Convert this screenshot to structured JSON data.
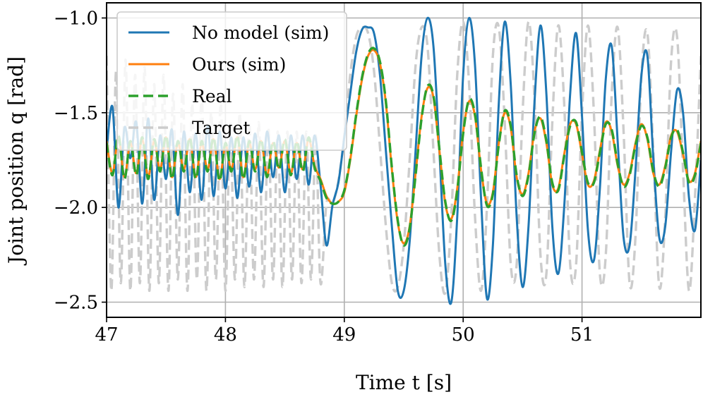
{
  "chart_data": {
    "type": "line",
    "xlabel": "Time t [s]",
    "ylabel": "Joint position q [rad]",
    "xlim": [
      47.0,
      52.0
    ],
    "ylim": [
      -2.58,
      -0.92
    ],
    "xticks": [
      47,
      48,
      49,
      50,
      51
    ],
    "xtick_labels": [
      "47",
      "48",
      "49",
      "50",
      "51"
    ],
    "yticks": [
      -1.0,
      -1.5,
      -2.0,
      -2.5
    ],
    "ytick_labels": [
      "−1.0",
      "−1.5",
      "−2.0",
      "−2.5"
    ],
    "grid": true,
    "legend_position": "top-left",
    "series": [
      {
        "name": "No model (sim)",
        "color": "#1f77b4",
        "style": "solid",
        "x": [
          47.0,
          47.05,
          47.1,
          47.15,
          47.2,
          47.25,
          47.3,
          47.35,
          47.4,
          47.45,
          47.5,
          47.55,
          47.6,
          47.65,
          47.7,
          47.75,
          47.8,
          47.85,
          47.9,
          47.95,
          48.0,
          48.05,
          48.1,
          48.15,
          48.2,
          48.25,
          48.3,
          48.35,
          48.4,
          48.45,
          48.5,
          48.55,
          48.6,
          48.65,
          48.7,
          48.75,
          48.8,
          48.85,
          48.9,
          48.95,
          49.0,
          49.05,
          49.1,
          49.15,
          49.2,
          49.25,
          49.3,
          49.35,
          49.4,
          49.45,
          49.5,
          49.55,
          49.6,
          49.65,
          49.7,
          49.75,
          49.8,
          49.85,
          49.9,
          49.95,
          50.0,
          50.05,
          50.1,
          50.15,
          50.2,
          50.25,
          50.3,
          50.35,
          50.4,
          50.45,
          50.5,
          50.55,
          50.6,
          50.65,
          50.7,
          50.75,
          50.8,
          50.85,
          50.9,
          50.95,
          51.0,
          51.05,
          51.1,
          51.15,
          51.2,
          51.25,
          51.3,
          51.35,
          51.4,
          51.45,
          51.5,
          51.55,
          51.6,
          51.65,
          51.7,
          51.75,
          51.8,
          51.85,
          51.9,
          51.95,
          52.0
        ],
        "y": [
          -1.7,
          -1.47,
          -2.0,
          -1.58,
          -1.74,
          -1.55,
          -1.98,
          -1.53,
          -1.96,
          -1.62,
          -1.85,
          -1.59,
          -2.04,
          -1.6,
          -1.92,
          -1.61,
          -1.96,
          -1.57,
          -1.94,
          -1.6,
          -1.9,
          -1.63,
          -1.95,
          -1.63,
          -1.89,
          -1.61,
          -1.92,
          -1.6,
          -1.84,
          -1.62,
          -1.92,
          -1.62,
          -1.85,
          -1.62,
          -1.88,
          -1.62,
          -1.88,
          -2.2,
          -1.99,
          -1.87,
          -1.63,
          -1.4,
          -1.18,
          -1.06,
          -1.05,
          -1.08,
          -1.3,
          -1.7,
          -2.1,
          -2.44,
          -2.44,
          -2.18,
          -1.7,
          -1.2,
          -1.0,
          -1.15,
          -1.7,
          -2.3,
          -2.5,
          -2.05,
          -1.3,
          -1.0,
          -1.25,
          -1.95,
          -2.48,
          -2.2,
          -1.45,
          -1.02,
          -1.35,
          -2.05,
          -2.42,
          -2.1,
          -1.45,
          -1.04,
          -1.4,
          -2.1,
          -2.35,
          -2.0,
          -1.4,
          -1.08,
          -1.52,
          -2.12,
          -2.28,
          -1.9,
          -1.32,
          -1.15,
          -1.65,
          -2.16,
          -2.2,
          -1.8,
          -1.3,
          -1.2,
          -1.74,
          -2.16,
          -2.1,
          -1.7,
          -1.38,
          -1.5,
          -1.95,
          -2.12,
          -1.75
        ]
      },
      {
        "name": "Ours (sim)",
        "color": "#ff7f0e",
        "style": "solid",
        "x": [
          47.0,
          47.05,
          47.1,
          47.15,
          47.2,
          47.25,
          47.3,
          47.35,
          47.4,
          47.45,
          47.5,
          47.55,
          47.6,
          47.65,
          47.7,
          47.75,
          47.8,
          47.85,
          47.9,
          47.95,
          48.0,
          48.05,
          48.1,
          48.15,
          48.2,
          48.25,
          48.3,
          48.35,
          48.4,
          48.45,
          48.5,
          48.55,
          48.6,
          48.65,
          48.7,
          48.75,
          48.8,
          48.85,
          48.9,
          48.95,
          49.0,
          49.05,
          49.1,
          49.15,
          49.2,
          49.25,
          49.3,
          49.35,
          49.4,
          49.45,
          49.5,
          49.55,
          49.6,
          49.65,
          49.7,
          49.75,
          49.8,
          49.85,
          49.9,
          49.95,
          50.0,
          50.05,
          50.1,
          50.15,
          50.2,
          50.25,
          50.3,
          50.35,
          50.4,
          50.45,
          50.5,
          50.55,
          50.6,
          50.65,
          50.7,
          50.75,
          50.8,
          50.85,
          50.9,
          50.95,
          51.0,
          51.05,
          51.1,
          51.15,
          51.2,
          51.25,
          51.3,
          51.35,
          51.4,
          51.45,
          51.5,
          51.55,
          51.6,
          51.65,
          51.7,
          51.75,
          51.8,
          51.85,
          51.9,
          51.95,
          52.0
        ],
        "y": [
          -1.65,
          -1.82,
          -1.63,
          -1.84,
          -1.66,
          -1.82,
          -1.64,
          -1.84,
          -1.65,
          -1.8,
          -1.63,
          -1.84,
          -1.66,
          -1.8,
          -1.64,
          -1.84,
          -1.66,
          -1.8,
          -1.64,
          -1.85,
          -1.67,
          -1.8,
          -1.63,
          -1.84,
          -1.66,
          -1.8,
          -1.65,
          -1.83,
          -1.66,
          -1.79,
          -1.65,
          -1.82,
          -1.66,
          -1.8,
          -1.64,
          -1.78,
          -1.85,
          -1.94,
          -1.98,
          -1.97,
          -1.92,
          -1.75,
          -1.52,
          -1.32,
          -1.2,
          -1.17,
          -1.24,
          -1.45,
          -1.8,
          -2.08,
          -2.19,
          -2.1,
          -1.82,
          -1.52,
          -1.37,
          -1.42,
          -1.7,
          -1.98,
          -2.06,
          -1.9,
          -1.6,
          -1.44,
          -1.52,
          -1.8,
          -1.98,
          -1.92,
          -1.66,
          -1.5,
          -1.58,
          -1.84,
          -1.93,
          -1.82,
          -1.6,
          -1.53,
          -1.66,
          -1.88,
          -1.9,
          -1.72,
          -1.56,
          -1.56,
          -1.72,
          -1.88,
          -1.86,
          -1.7,
          -1.55,
          -1.6,
          -1.78,
          -1.88,
          -1.82,
          -1.66,
          -1.56,
          -1.64,
          -1.82,
          -1.88,
          -1.78,
          -1.62,
          -1.6,
          -1.72,
          -1.86,
          -1.82,
          -1.65
        ]
      },
      {
        "name": "Real",
        "color": "#2ca02c",
        "style": "dashed",
        "x": [
          47.0,
          47.05,
          47.1,
          47.15,
          47.2,
          47.25,
          47.3,
          47.35,
          47.4,
          47.45,
          47.5,
          47.55,
          47.6,
          47.65,
          47.7,
          47.75,
          47.8,
          47.85,
          47.9,
          47.95,
          48.0,
          48.05,
          48.1,
          48.15,
          48.2,
          48.25,
          48.3,
          48.35,
          48.4,
          48.45,
          48.5,
          48.55,
          48.6,
          48.65,
          48.7,
          48.75,
          48.8,
          48.85,
          48.9,
          48.95,
          49.0,
          49.05,
          49.1,
          49.15,
          49.2,
          49.25,
          49.3,
          49.35,
          49.4,
          49.45,
          49.5,
          49.55,
          49.6,
          49.65,
          49.7,
          49.75,
          49.8,
          49.85,
          49.9,
          49.95,
          50.0,
          50.05,
          50.1,
          50.15,
          50.2,
          50.25,
          50.3,
          50.35,
          50.4,
          50.45,
          50.5,
          50.55,
          50.6,
          50.65,
          50.7,
          50.75,
          50.8,
          50.85,
          50.9,
          50.95,
          51.0,
          51.05,
          51.1,
          51.15,
          51.2,
          51.25,
          51.3,
          51.35,
          51.4,
          51.45,
          51.5,
          51.55,
          51.6,
          51.65,
          51.7,
          51.75,
          51.8,
          51.85,
          51.9,
          51.95,
          52.0
        ],
        "y": [
          -1.66,
          -1.83,
          -1.62,
          -1.85,
          -1.65,
          -1.83,
          -1.63,
          -1.85,
          -1.64,
          -1.81,
          -1.62,
          -1.85,
          -1.65,
          -1.81,
          -1.63,
          -1.85,
          -1.65,
          -1.81,
          -1.63,
          -1.86,
          -1.66,
          -1.81,
          -1.62,
          -1.85,
          -1.65,
          -1.81,
          -1.64,
          -1.84,
          -1.65,
          -1.8,
          -1.64,
          -1.83,
          -1.65,
          -1.81,
          -1.63,
          -1.79,
          -1.86,
          -1.95,
          -1.98,
          -1.97,
          -1.91,
          -1.74,
          -1.51,
          -1.31,
          -1.19,
          -1.16,
          -1.23,
          -1.44,
          -1.79,
          -2.07,
          -2.2,
          -2.11,
          -1.83,
          -1.53,
          -1.36,
          -1.41,
          -1.69,
          -1.97,
          -2.07,
          -1.91,
          -1.61,
          -1.43,
          -1.51,
          -1.79,
          -1.99,
          -1.93,
          -1.67,
          -1.49,
          -1.57,
          -1.83,
          -1.94,
          -1.83,
          -1.61,
          -1.52,
          -1.65,
          -1.87,
          -1.91,
          -1.73,
          -1.57,
          -1.55,
          -1.71,
          -1.87,
          -1.87,
          -1.71,
          -1.56,
          -1.59,
          -1.77,
          -1.89,
          -1.83,
          -1.67,
          -1.57,
          -1.63,
          -1.81,
          -1.89,
          -1.79,
          -1.63,
          -1.59,
          -1.71,
          -1.87,
          -1.83,
          -1.66
        ]
      },
      {
        "name": "Target",
        "color": "#cccccc",
        "style": "dashed",
        "x": [
          47.0,
          47.04,
          47.08,
          47.12,
          47.16,
          47.2,
          47.24,
          47.28,
          47.32,
          47.36,
          47.4,
          47.44,
          47.48,
          47.52,
          47.56,
          47.6,
          47.64,
          47.68,
          47.72,
          47.76,
          47.8,
          47.84,
          47.88,
          47.92,
          47.96,
          48.0,
          48.04,
          48.08,
          48.12,
          48.16,
          48.2,
          48.24,
          48.28,
          48.32,
          48.36,
          48.4,
          48.44,
          48.48,
          48.52,
          48.56,
          48.6,
          48.64,
          48.68,
          48.72,
          48.76,
          48.8,
          48.85,
          48.9,
          48.95,
          49.0,
          49.05,
          49.1,
          49.15,
          49.2,
          49.25,
          49.3,
          49.35,
          49.4,
          49.45,
          49.5,
          49.55,
          49.6,
          49.65,
          49.7,
          49.75,
          49.8,
          49.85,
          49.9,
          49.95,
          50.0,
          50.05,
          50.1,
          50.15,
          50.2,
          50.25,
          50.3,
          50.35,
          50.4,
          50.45,
          50.5,
          50.55,
          50.6,
          50.65,
          50.7,
          50.75,
          50.8,
          50.85,
          50.9,
          50.95,
          51.0,
          51.05,
          51.1,
          51.15,
          51.2,
          51.25,
          51.3,
          51.35,
          51.4,
          51.45,
          51.5,
          51.55,
          51.6,
          51.65,
          51.7,
          51.75,
          51.8,
          51.85,
          51.9,
          51.95,
          52.0
        ],
        "y": [
          -1.2,
          -2.44,
          -1.28,
          -2.4,
          -1.22,
          -2.44,
          -1.3,
          -2.4,
          -1.26,
          -2.44,
          -1.35,
          -2.4,
          -1.3,
          -2.44,
          -1.4,
          -2.38,
          -1.35,
          -2.44,
          -1.45,
          -2.38,
          -1.4,
          -2.44,
          -1.5,
          -2.38,
          -1.45,
          -2.44,
          -1.55,
          -2.38,
          -1.5,
          -2.42,
          -1.55,
          -2.38,
          -1.55,
          -2.42,
          -1.58,
          -2.38,
          -1.6,
          -2.42,
          -1.6,
          -2.38,
          -1.6,
          -2.4,
          -1.6,
          -2.38,
          -1.62,
          -2.4,
          -1.98,
          -1.98,
          -1.86,
          -1.62,
          -1.3,
          -1.1,
          -1.05,
          -1.08,
          -1.28,
          -1.68,
          -2.1,
          -2.4,
          -2.42,
          -2.2,
          -1.75,
          -1.25,
          -1.05,
          -1.15,
          -1.7,
          -2.25,
          -2.45,
          -2.05,
          -1.3,
          -1.02,
          -1.35,
          -2.05,
          -2.44,
          -2.0,
          -1.2,
          -1.05,
          -1.55,
          -2.3,
          -2.3,
          -1.5,
          -1.02,
          -1.42,
          -2.25,
          -2.35,
          -1.55,
          -1.04,
          -1.45,
          -2.3,
          -2.3,
          -1.5,
          -1.04,
          -1.5,
          -2.35,
          -2.25,
          -1.4,
          -1.05,
          -1.6,
          -2.4,
          -2.15,
          -1.3,
          -1.08,
          -1.7,
          -2.42,
          -2.05,
          -1.22,
          -1.1,
          -1.8,
          -2.44,
          -1.95,
          -1.2
        ]
      }
    ]
  }
}
